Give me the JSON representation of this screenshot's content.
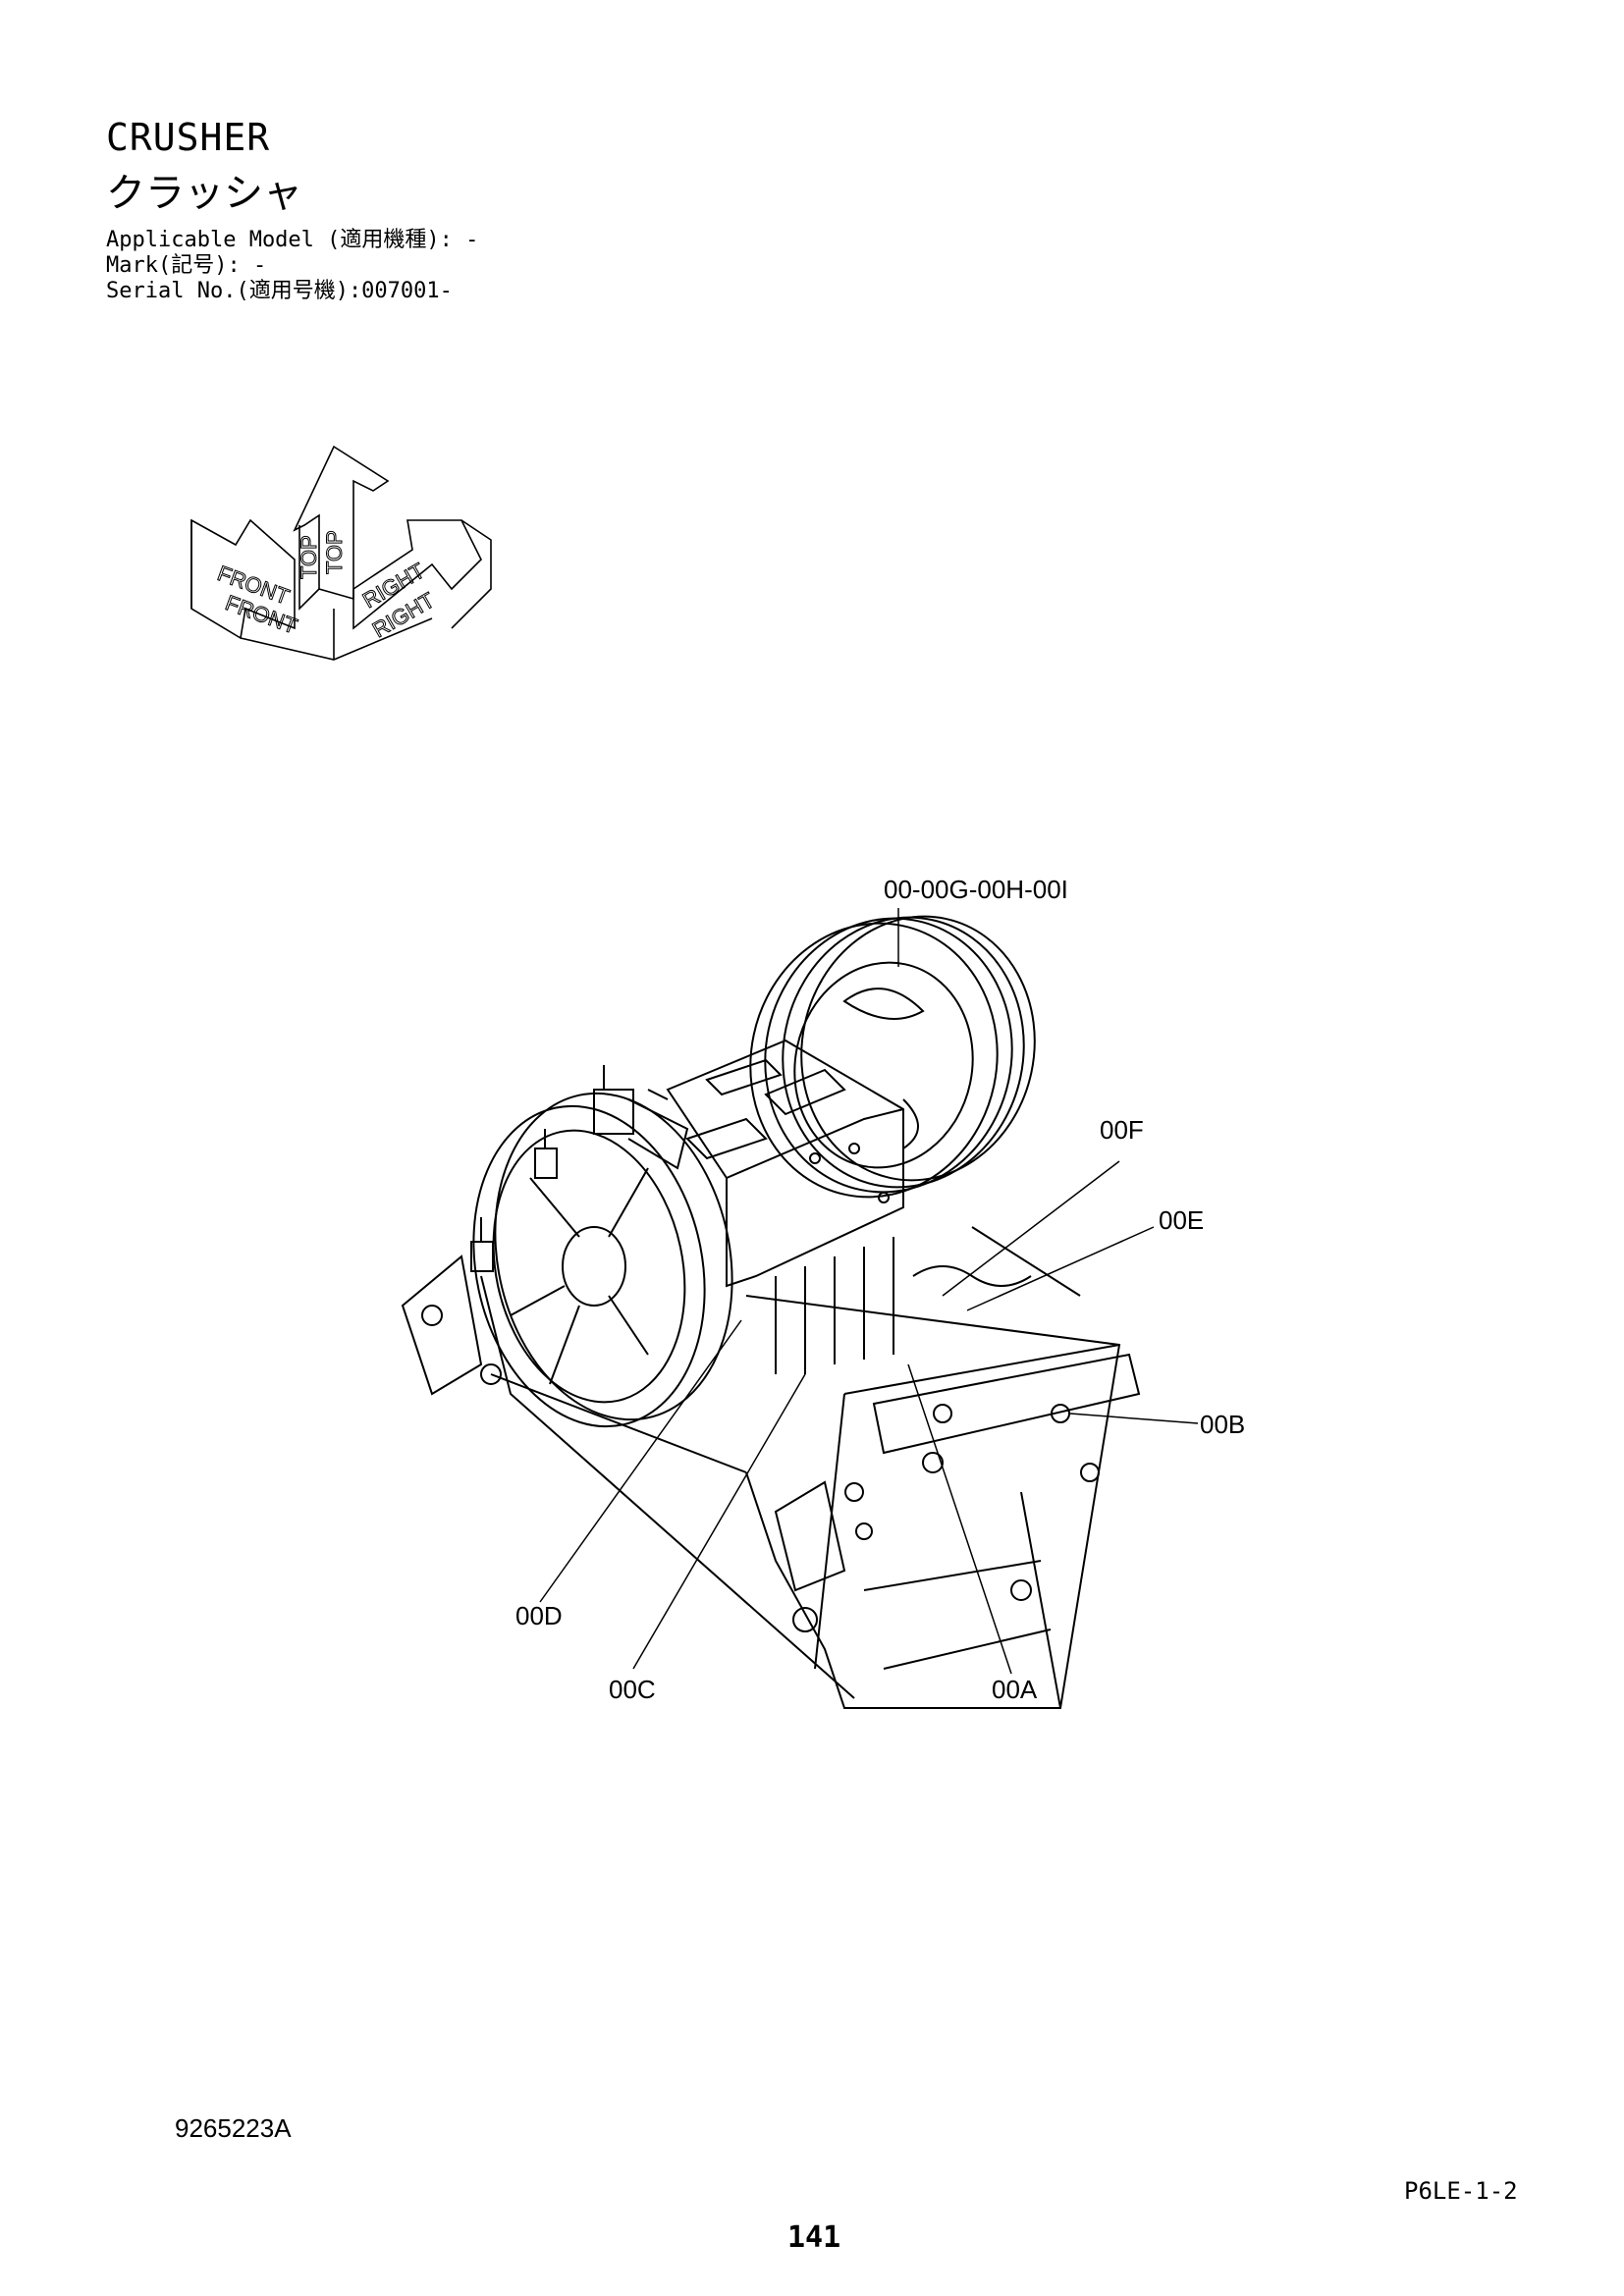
{
  "header": {
    "title_en": "CRUSHER",
    "title_jp": "クラッシャ",
    "applicable_model": "Applicable Model (適用機種): -",
    "mark": "Mark(記号): -",
    "serial_no": "Serial No.(適用号機):007001-"
  },
  "orientation_symbol": {
    "labels": [
      "TOP",
      "TOP",
      "FRONT",
      "FRONT",
      "RIGHT",
      "RIGHT"
    ]
  },
  "callouts": [
    {
      "id": "top",
      "label": "00-00G-00H-00I"
    },
    {
      "id": "f",
      "label": "00F"
    },
    {
      "id": "e",
      "label": "00E"
    },
    {
      "id": "b",
      "label": "00B"
    },
    {
      "id": "d",
      "label": "00D"
    },
    {
      "id": "c",
      "label": "00C"
    },
    {
      "id": "a",
      "label": "00A"
    }
  ],
  "footer": {
    "doc_number": "9265223A",
    "page_code": "P6LE-1-2",
    "page_number": "141"
  }
}
